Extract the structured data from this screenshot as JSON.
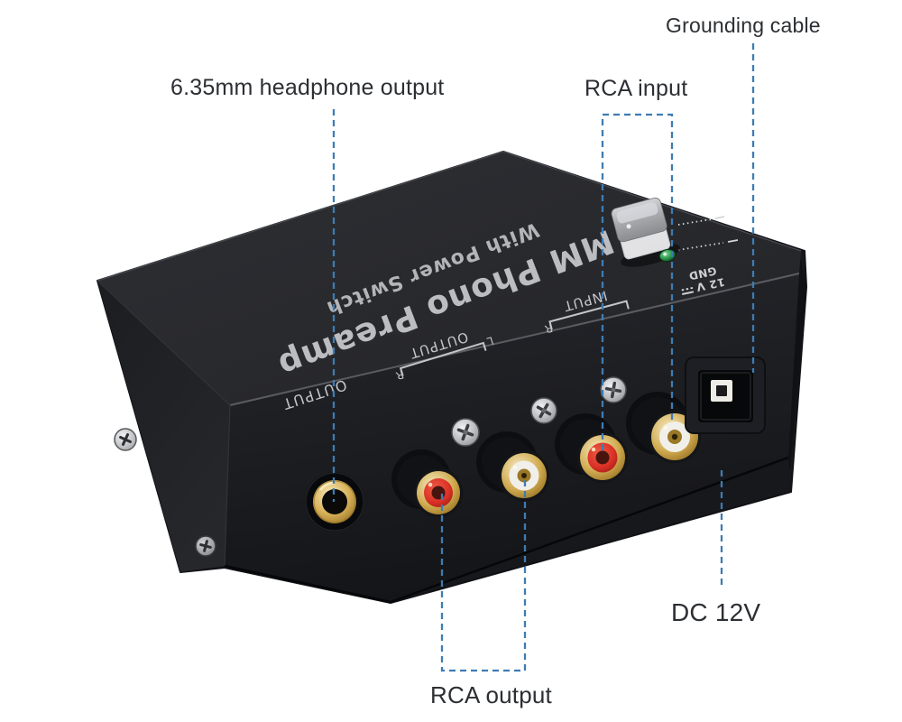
{
  "page": {
    "background": "#ffffff",
    "callout_line_color": "#3e7cb2",
    "label_text_color": "#2c2f33"
  },
  "annotations": {
    "headphone_output": "6.35mm headphone output",
    "rca_input": "RCA input",
    "grounding_cable": "Grounding cable",
    "rca_output": "RCA output",
    "dc_power": "DC 12V"
  },
  "device_print": {
    "title": "MM Phono Preamp",
    "subtitle": "With Power Switch",
    "headphone_label": "OUTPUT",
    "output_group_label": "OUTPUT",
    "output_right": "R",
    "output_left": "L",
    "input_group_label": "INPUT",
    "input_right": "R",
    "dc_label": "12 V",
    "gnd_label": "GND"
  },
  "device_colors": {
    "body": "#222327",
    "print_gray": "#bcbdc1",
    "gold": "#cfa94e",
    "rca_red": "#da3126",
    "rca_white": "#f1efe9",
    "led_green": "#2e9e4f",
    "switch_gray": "#b9babf"
  }
}
